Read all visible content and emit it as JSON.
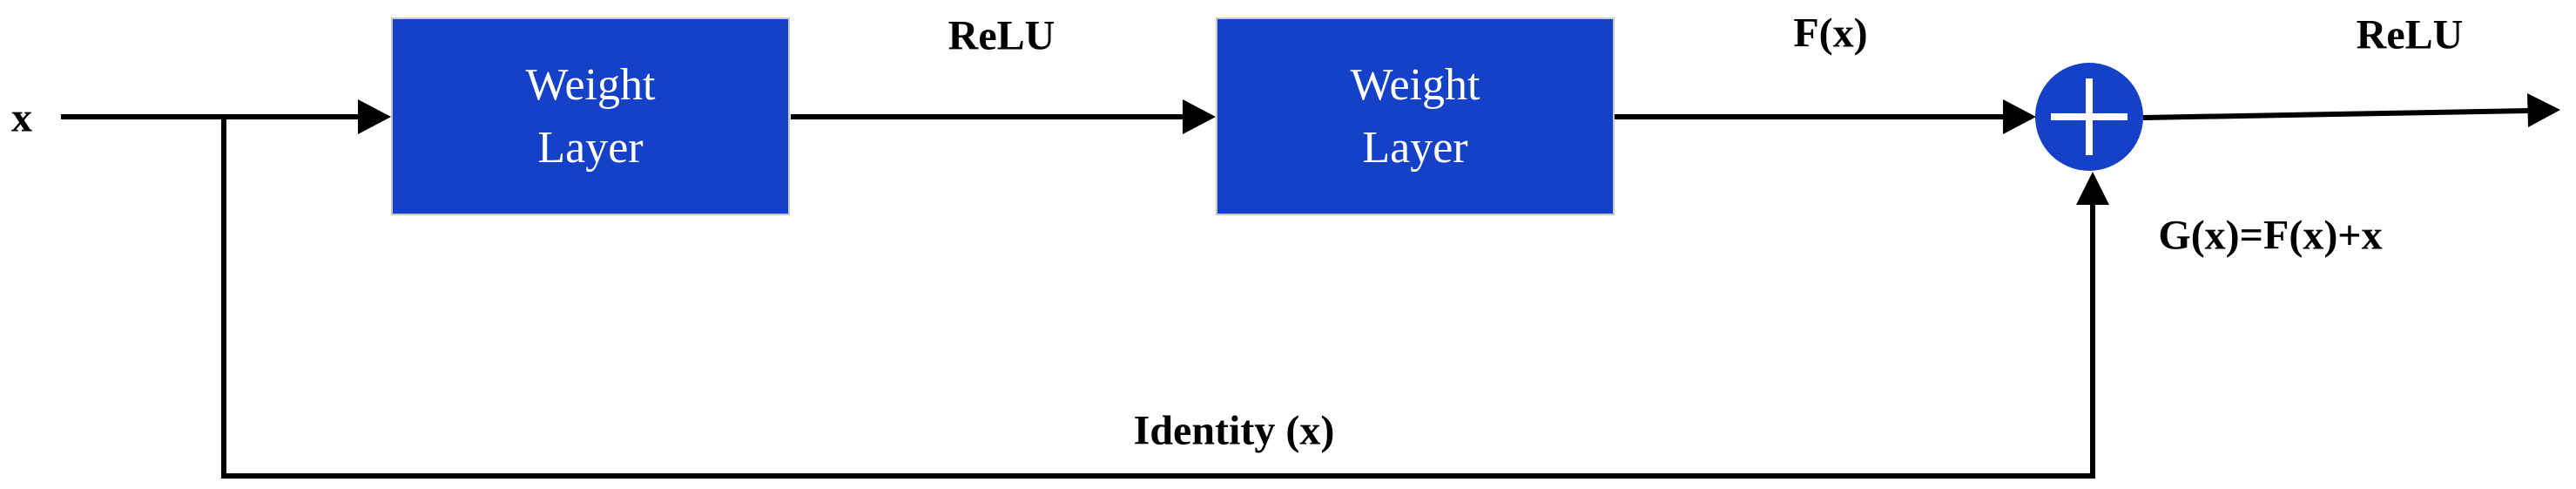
{
  "diagram": {
    "type": "residual-block-flow-diagram",
    "background_color": "#ffffff",
    "accent_blue": "#1441c8",
    "line_color": "#000000",
    "block_text_color": "#ffffff",
    "input_label": "x",
    "blocks": [
      {
        "label": "Weight\nLayer"
      },
      {
        "label": "Weight\nLayer"
      }
    ],
    "sum_node": {
      "symbol": "+",
      "shape": "circle"
    },
    "labels": {
      "relu_mid": "ReLU",
      "f_of_x": "F(x)",
      "relu_out": "ReLU",
      "g_equation": "G(x)=F(x)+x",
      "identity": "Identity (x)"
    }
  }
}
